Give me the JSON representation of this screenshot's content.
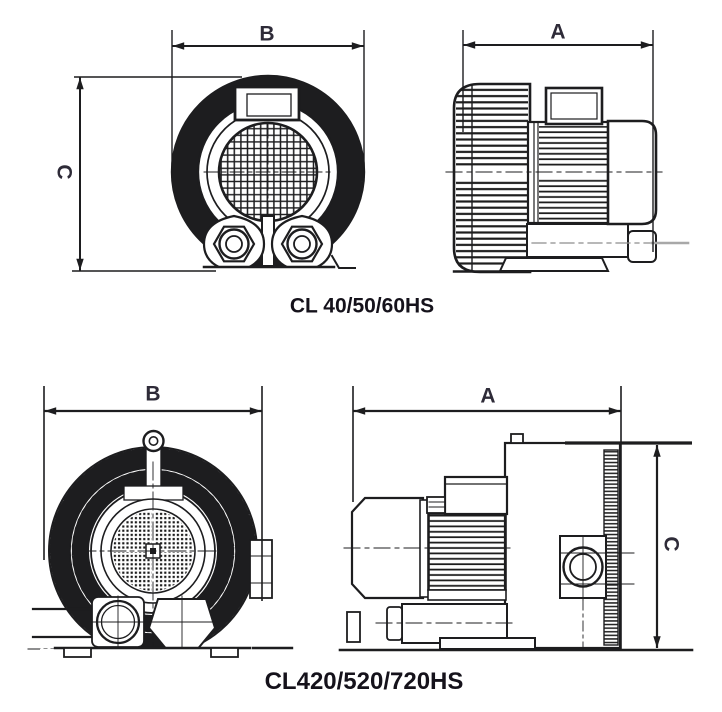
{
  "drawing": {
    "background": "#ffffff",
    "line_color": "#1d1d1f",
    "label_color": "#2e2b38",
    "caption_color": "#15121b",
    "shaft_gray": "#a8a8a8"
  },
  "models": {
    "small": {
      "caption": "CL 40/50/60HS",
      "front_view": {
        "width_dim": "B",
        "height_dim": "C"
      },
      "side_view": {
        "length_dim": "A"
      }
    },
    "large": {
      "caption": "CL420/520/720HS",
      "front_view": {
        "width_dim": "B"
      },
      "side_view": {
        "length_dim": "A",
        "height_dim": "C"
      }
    }
  }
}
